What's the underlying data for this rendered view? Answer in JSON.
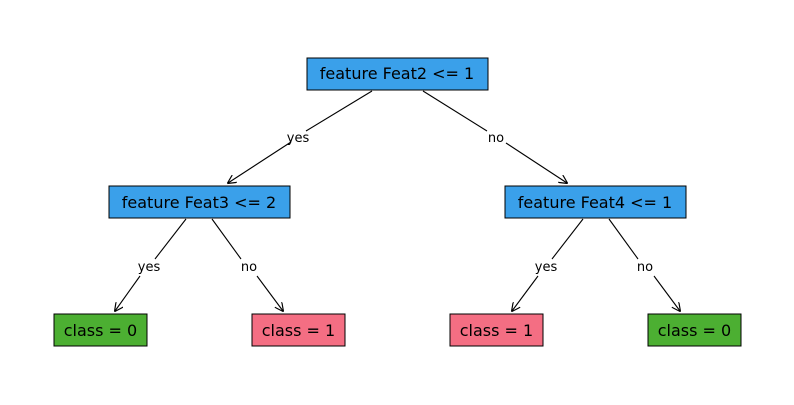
{
  "colors": {
    "decision": "#3aa0ea",
    "class_0": "#4caf32",
    "class_1": "#f46e83",
    "edge": "#000000",
    "background": "#ffffff"
  },
  "tree": {
    "root": {
      "label": "feature Feat2 <= 1",
      "kind": "decision"
    },
    "left": {
      "label": "feature Feat3 <= 2",
      "kind": "decision"
    },
    "right": {
      "label": "feature Feat4 <= 1",
      "kind": "decision"
    },
    "leaf_ll": {
      "label": "class = 0",
      "kind": "class_0"
    },
    "leaf_lr": {
      "label": "class = 1",
      "kind": "class_1"
    },
    "leaf_rl": {
      "label": "class = 1",
      "kind": "class_1"
    },
    "leaf_rr": {
      "label": "class = 0",
      "kind": "class_0"
    }
  },
  "edges": {
    "root_left": {
      "label": "yes"
    },
    "root_right": {
      "label": "no"
    },
    "left_ll": {
      "label": "yes"
    },
    "left_lr": {
      "label": "no"
    },
    "right_rl": {
      "label": "yes"
    },
    "right_rr": {
      "label": "no"
    }
  }
}
